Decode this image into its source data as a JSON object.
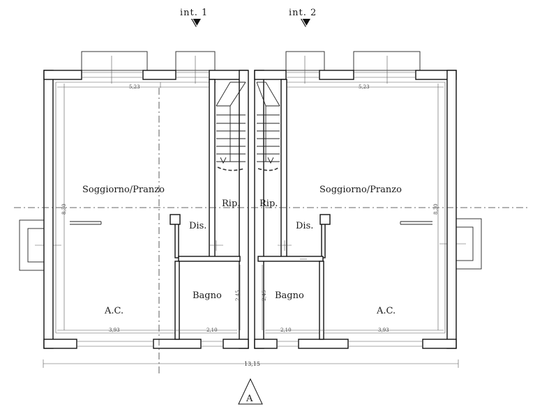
{
  "entries": {
    "left": "int. 1",
    "right": "int. 2"
  },
  "rooms": {
    "left": {
      "living": "Soggiorno/Pranzo",
      "storage": "Rip.",
      "hall": "Dis.",
      "bath": "Bagno",
      "ac": "A.C."
    },
    "right": {
      "living": "Soggiorno/Pranzo",
      "storage": "Rip.",
      "hall": "Dis.",
      "bath": "Bagno",
      "ac": "A.C."
    }
  },
  "dimensions": {
    "left_top_width": "5,23",
    "right_top_width": "5,23",
    "left_bottom_main": "3,93",
    "left_bottom_bath": "2,10",
    "right_bottom_bath": "2,10",
    "right_bottom_main": "3,93",
    "left_depth": "8,30",
    "right_depth": "8,30",
    "left_bath_depth": "2,45",
    "right_bath_depth": "2,45",
    "overall_width": "13,15"
  },
  "section_marker": "A"
}
